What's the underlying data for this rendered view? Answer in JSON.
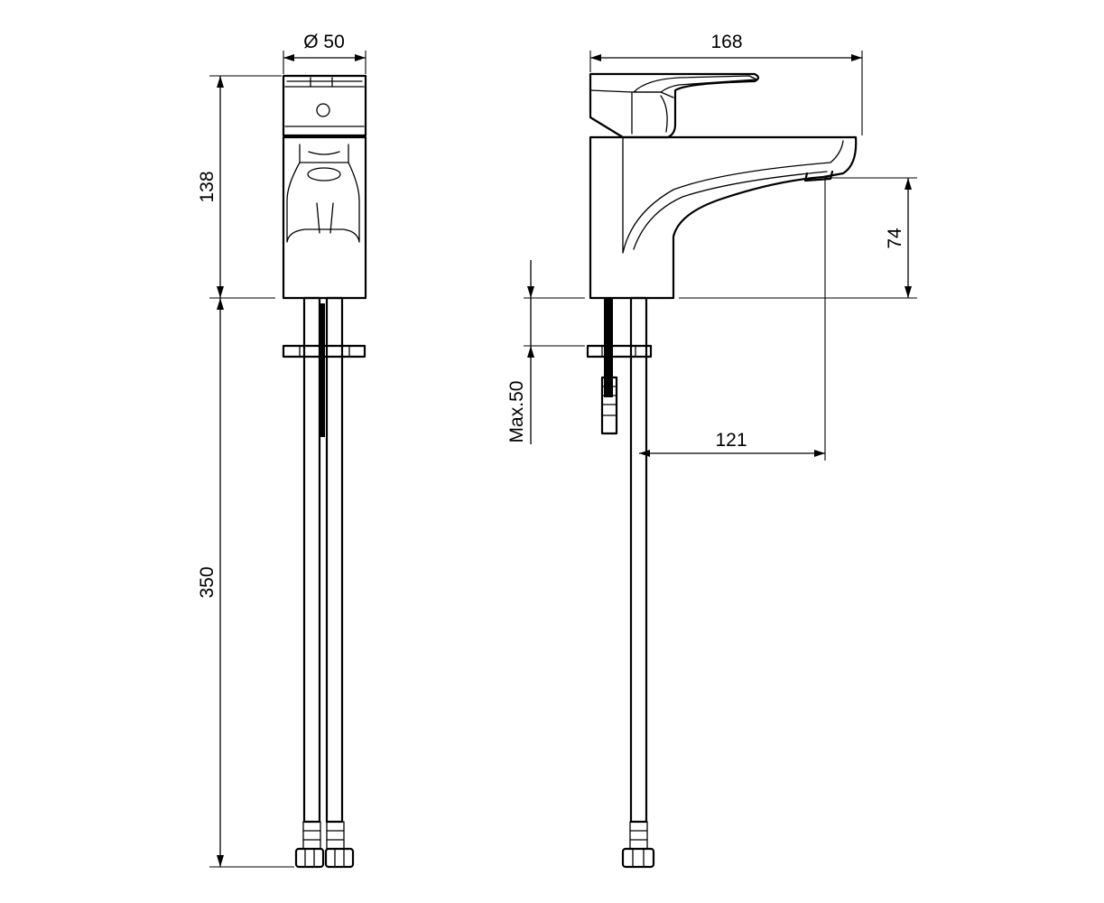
{
  "dimensions": {
    "diameter": "Ø 50",
    "height_body": "138",
    "height_hoses": "350",
    "width_total": "168",
    "spout_height": "74",
    "max_counter": "Max.50",
    "spout_reach": "121"
  }
}
